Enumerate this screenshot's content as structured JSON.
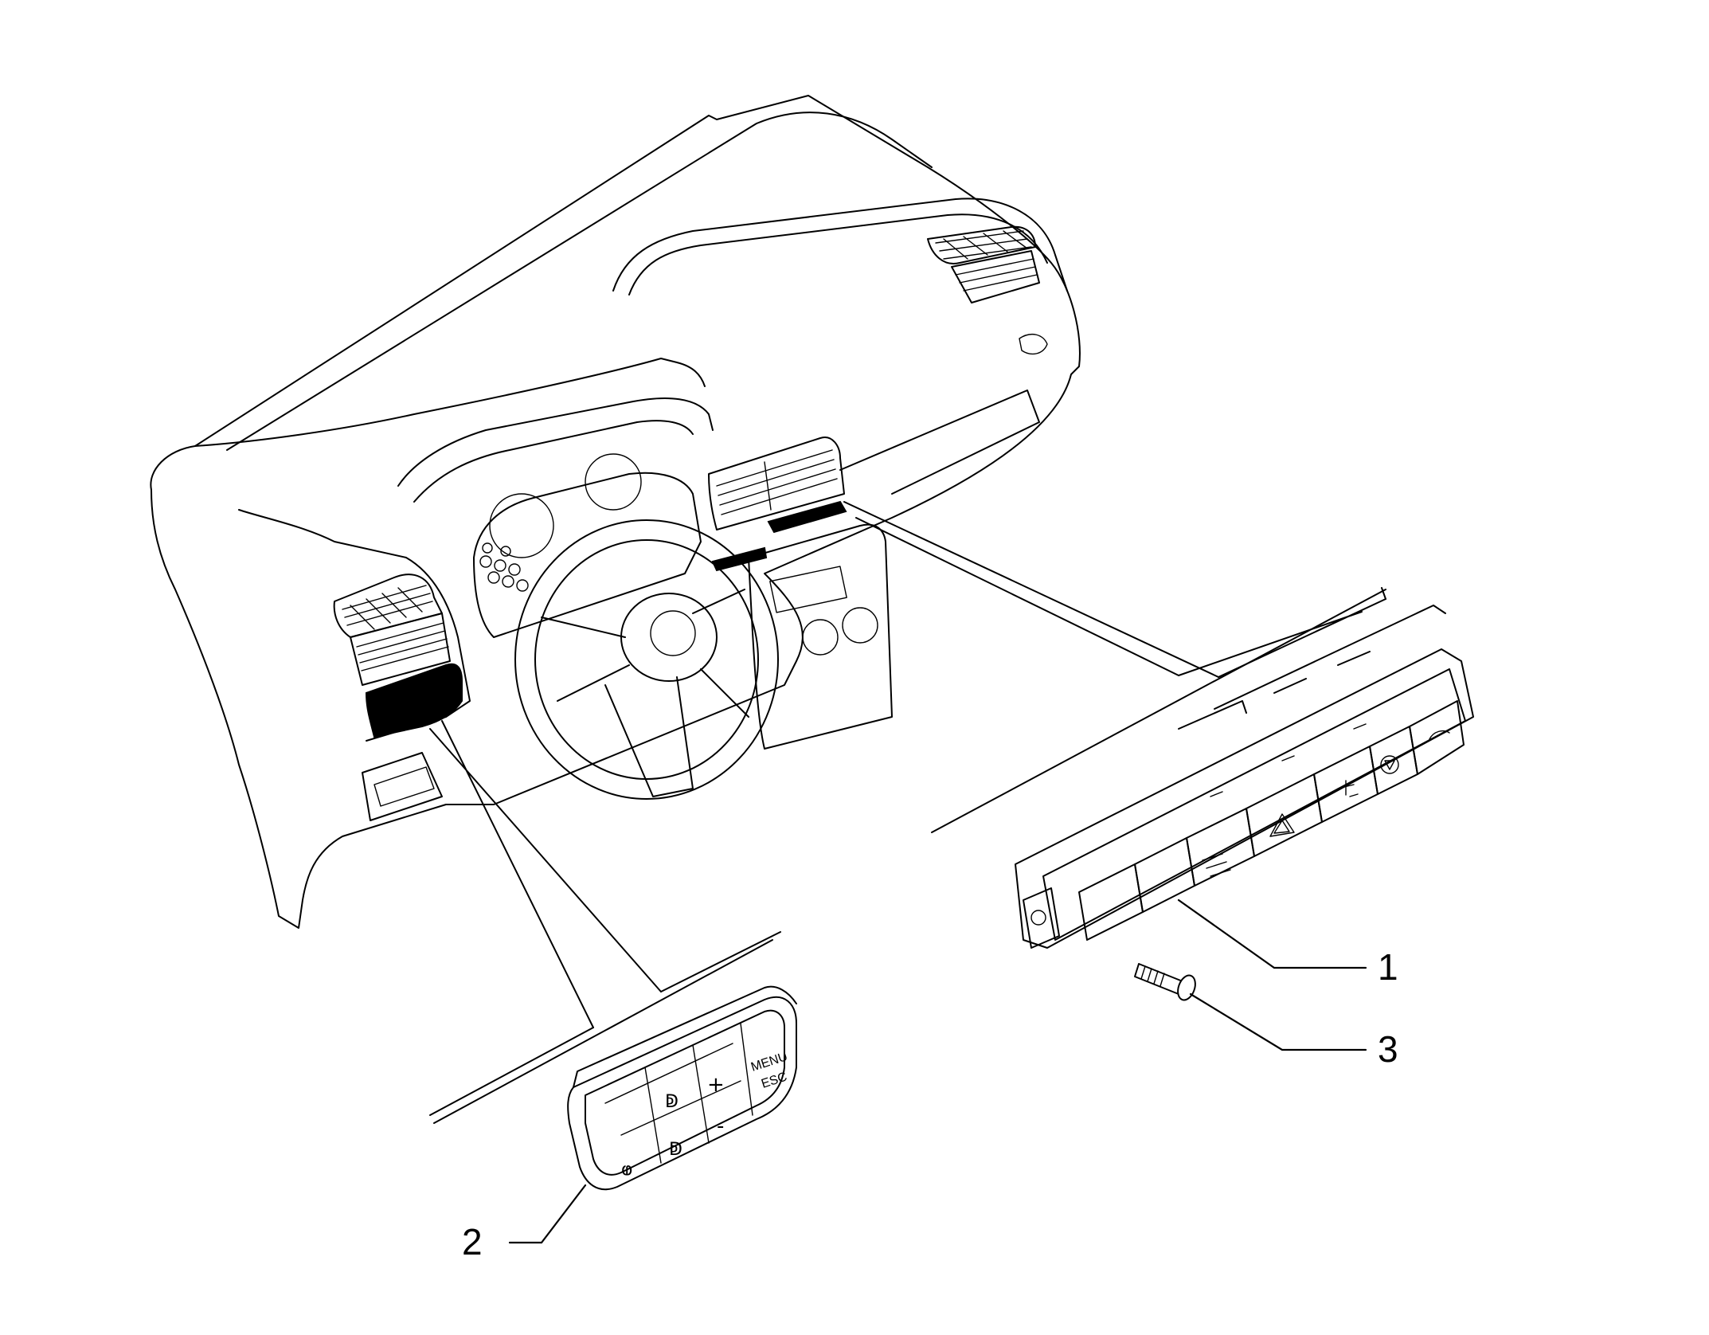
{
  "callouts": [
    {
      "id": "1",
      "label": "1"
    },
    {
      "id": "2",
      "label": "2"
    },
    {
      "id": "3",
      "label": "3"
    }
  ],
  "switch_panel_2": {
    "plus": "+",
    "minus": "-",
    "menu": "MENU",
    "esc": "ESC"
  },
  "colors": {
    "line": "#000000",
    "background": "#ffffff"
  }
}
